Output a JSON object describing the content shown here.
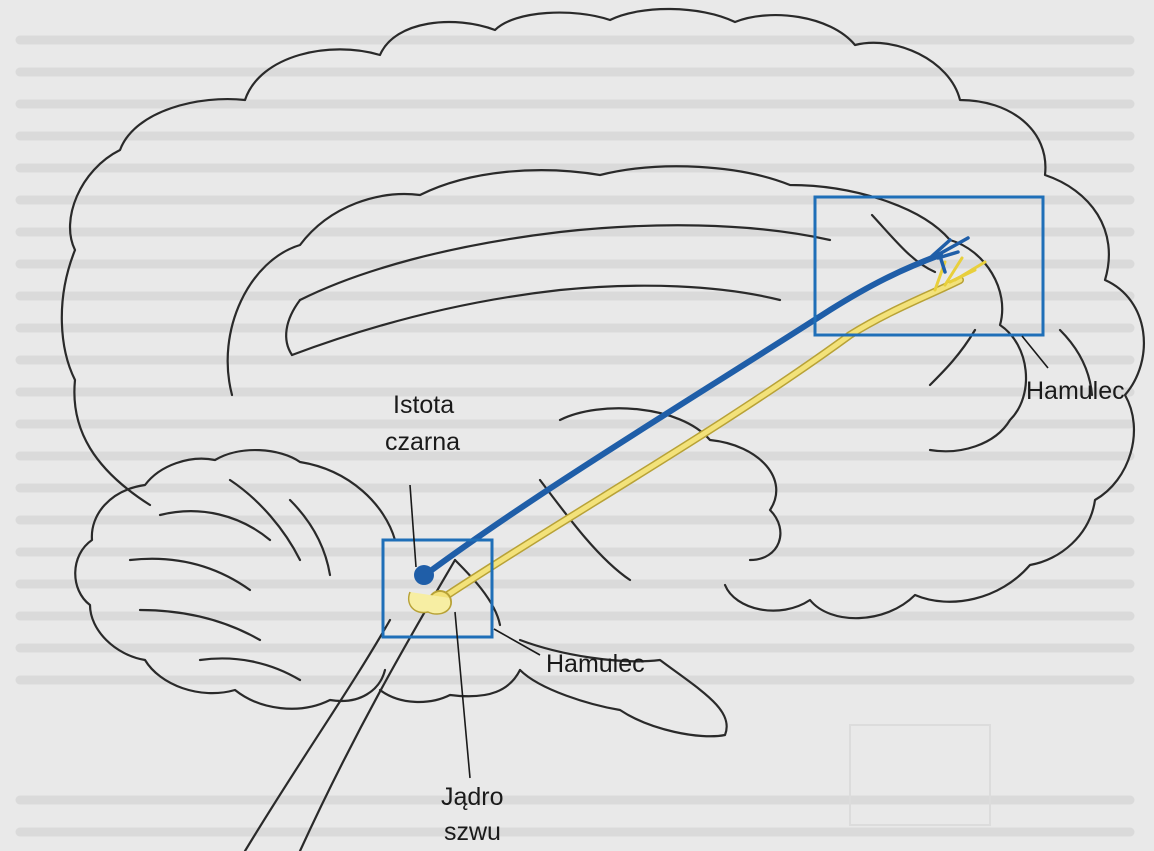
{
  "labels": {
    "substantia_nigra_line1": "Istota",
    "substantia_nigra_line2": "czarna",
    "raphe_nucleus_line1": "Jądro",
    "raphe_nucleus_line2": "szwu",
    "inhibitor_upper": "Hamulec",
    "inhibitor_lower": "Hamulec"
  },
  "colors": {
    "background": "#e9e9e9",
    "outline": "#2a2a2a",
    "box": "#1f6fb8",
    "dopamine_pathway": "#1f5ea8",
    "serotonin_pathway": "#f3e27a",
    "serotonin_edge": "#b8a237"
  }
}
